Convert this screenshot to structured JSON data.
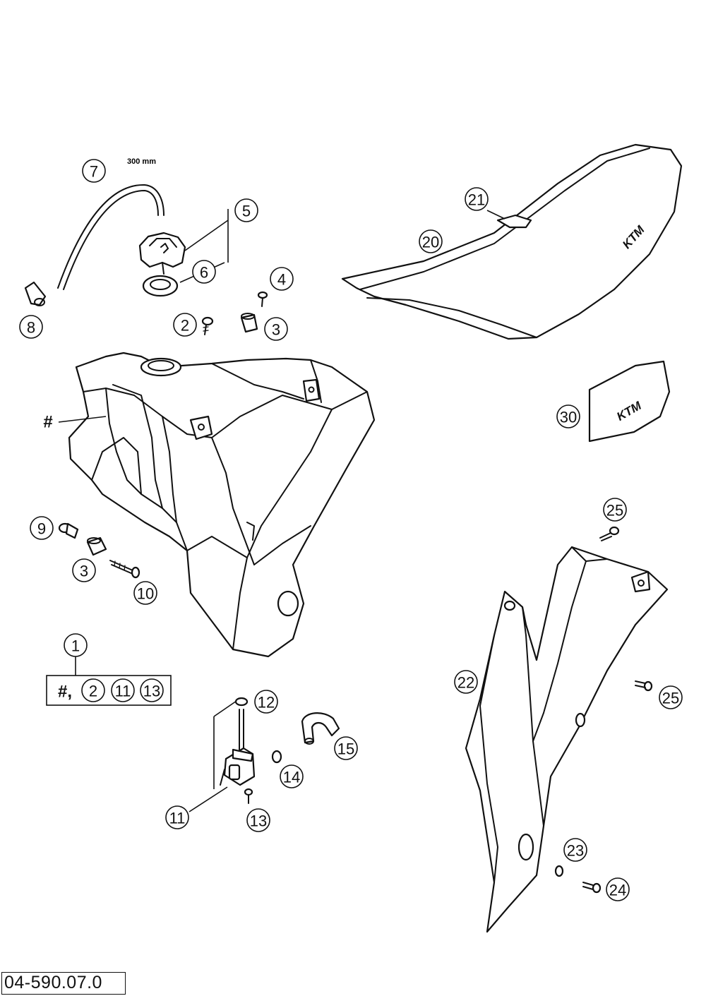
{
  "diagram": {
    "hose_length": "300 mm",
    "tank_marker": "#",
    "kit_prefix": "#,",
    "kit_refs": [
      "2",
      "11",
      "13"
    ],
    "brand_logo": "KTM",
    "doc_number": "04-590.07.0",
    "callouts": {
      "c1": "1",
      "c2": "2",
      "c3a": "3",
      "c3b": "3",
      "c4": "4",
      "c5": "5",
      "c6": "6",
      "c7": "7",
      "c8": "8",
      "c9": "9",
      "c10": "10",
      "c11": "11",
      "c12": "12",
      "c13": "13",
      "c14": "14",
      "c15": "15",
      "c20": "20",
      "c21": "21",
      "c22": "22",
      "c23": "23",
      "c24": "24",
      "c25a": "25",
      "c25b": "25",
      "c30": "30"
    }
  }
}
